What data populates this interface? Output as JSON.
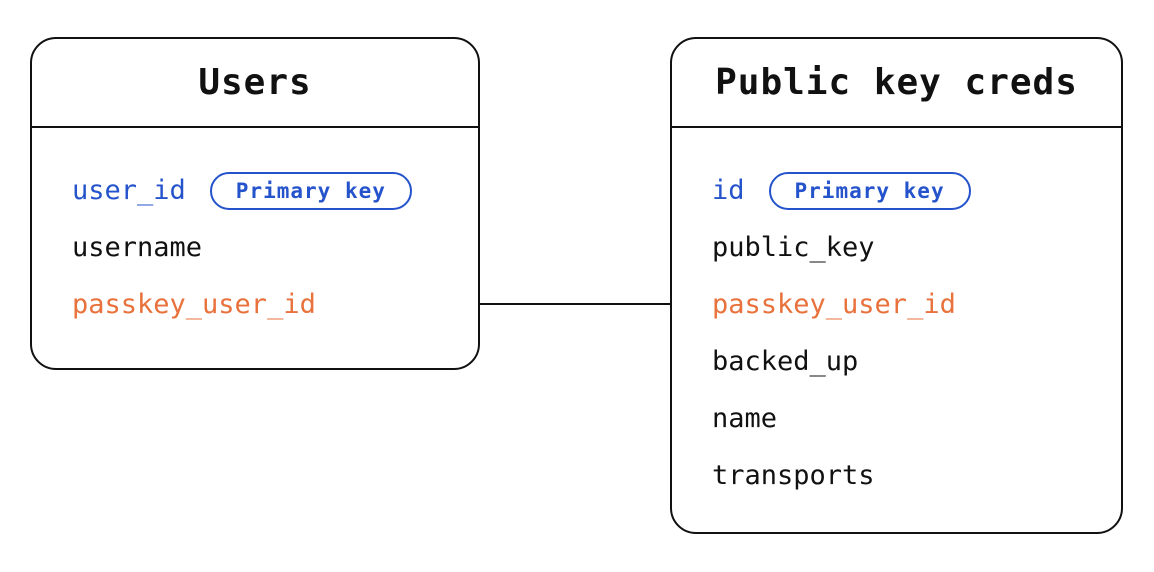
{
  "colors": {
    "blue": "#2453cc",
    "orange": "#e8713c",
    "ink": "#111111",
    "background": "#ffffff"
  },
  "tables": [
    {
      "id": "users",
      "title": "Users",
      "fields": [
        {
          "name": "user_id",
          "color": "blue",
          "badge": "Primary key"
        },
        {
          "name": "username",
          "color": "default"
        },
        {
          "name": "passkey_user_id",
          "color": "orange"
        }
      ]
    },
    {
      "id": "public-key-creds",
      "title": "Public key creds",
      "fields": [
        {
          "name": "id",
          "color": "blue",
          "badge": "Primary key"
        },
        {
          "name": "public_key",
          "color": "default"
        },
        {
          "name": "passkey_user_id",
          "color": "orange"
        },
        {
          "name": "backed_up",
          "color": "default"
        },
        {
          "name": "name",
          "color": "default"
        },
        {
          "name": "transports",
          "color": "default"
        }
      ]
    }
  ],
  "relationship": {
    "from_table": "Users",
    "from_field": "passkey_user_id",
    "to_table": "Public key creds",
    "to_field": "passkey_user_id"
  }
}
